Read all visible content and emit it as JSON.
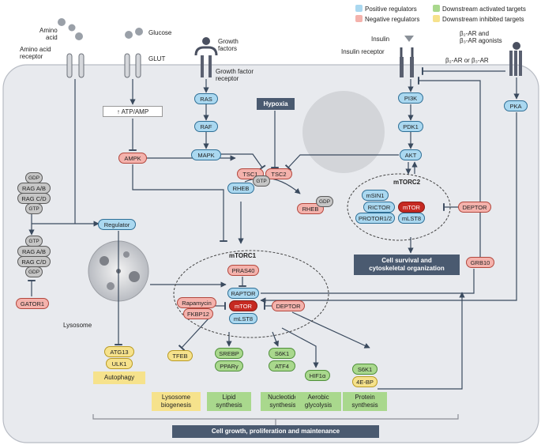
{
  "legend": {
    "positive": "Positive regulators",
    "negative": "Negative regulators",
    "activated": "Downstream activated targets",
    "inhibited": "Downstream inhibited targets"
  },
  "inputs": {
    "amino_acid": "Amino\nacid",
    "amino_acid_receptor": "Amino acid\nreceptor",
    "glucose": "Glucose",
    "glut": "GLUT",
    "growth_factors": "Growth\nfactors",
    "growth_factor_receptor": "Growth factor\nreceptor",
    "insulin": "Insulin",
    "insulin_receptor": "Insulin receptor",
    "beta_ar_agonists": "β₂-AR and\nβ₃-AR agonists",
    "beta_ar": "β₂-AR or β₃-AR"
  },
  "nodes": {
    "atp_amp": "↑ ATP/AMP",
    "ampk": "AMPK",
    "ras": "RAS",
    "raf": "RAF",
    "mapk": "MAPK",
    "hypoxia": "Hypoxia",
    "tsc1": "TSC1",
    "tsc2": "TSC2",
    "rheb_active": "RHEB",
    "rheb_inactive": "RHEB",
    "gtp": "GTP",
    "gdp": "GDP",
    "pi3k": "PI3K",
    "pdk1": "PDK1",
    "akt": "AKT",
    "pka": "PKA",
    "grb10": "GRB10",
    "regulator": "Regulator",
    "gator1": "GATOR1",
    "lysosome": "Lysosome",
    "rag_ab": "RAG A/B",
    "rag_cd": "RAG C/D"
  },
  "mtorc2": {
    "title": "mTORC2",
    "msin1": "mSIN1",
    "rictor": "RICTOR",
    "protor": "PROTOR1/2",
    "mtor": "mTOR",
    "mlst8": "mLST8",
    "deptor": "DEPTOR",
    "output": "Cell survival and\ncytoskeletal organization"
  },
  "mtorc1": {
    "title": "mTORC1",
    "pras40": "PRAS40",
    "raptor": "RAPTOR",
    "mtor": "mTOR",
    "mlst8": "mLST8",
    "rapamycin": "Rapamycin",
    "fkbp12": "FKBP12",
    "deptor": "DEPTOR"
  },
  "outputs": {
    "atg13": "ATG13",
    "ulk1": "ULK1",
    "autophagy": "Autophagy",
    "tfeb": "TFEB",
    "lysosome_biogenesis": "Lysosome\nbiogenesis",
    "srebp": "SREBP",
    "pparg": "PPARγ",
    "lipid": "Lipid\nsynthesis",
    "s6k1_a": "S6K1",
    "atf4": "ATF4",
    "nucleotide": "Nucleotide\nsynthesis",
    "hif1a": "HIF1α",
    "aerobic": "Aerobic\nglycolysis",
    "s6k1_b": "S6K1",
    "ebp": "4E-BP",
    "protein": "Protein\nsynthesis",
    "bottom": "Cell growth, proliferation and maintenance"
  },
  "colors": {
    "positive": "#aad8f0",
    "negative": "#f4b2ac",
    "activated": "#a9d88d",
    "inhibited": "#f6e28c",
    "mtor": "#c62a22",
    "cell": "#e8eaee",
    "dark": "#4a5a70"
  }
}
